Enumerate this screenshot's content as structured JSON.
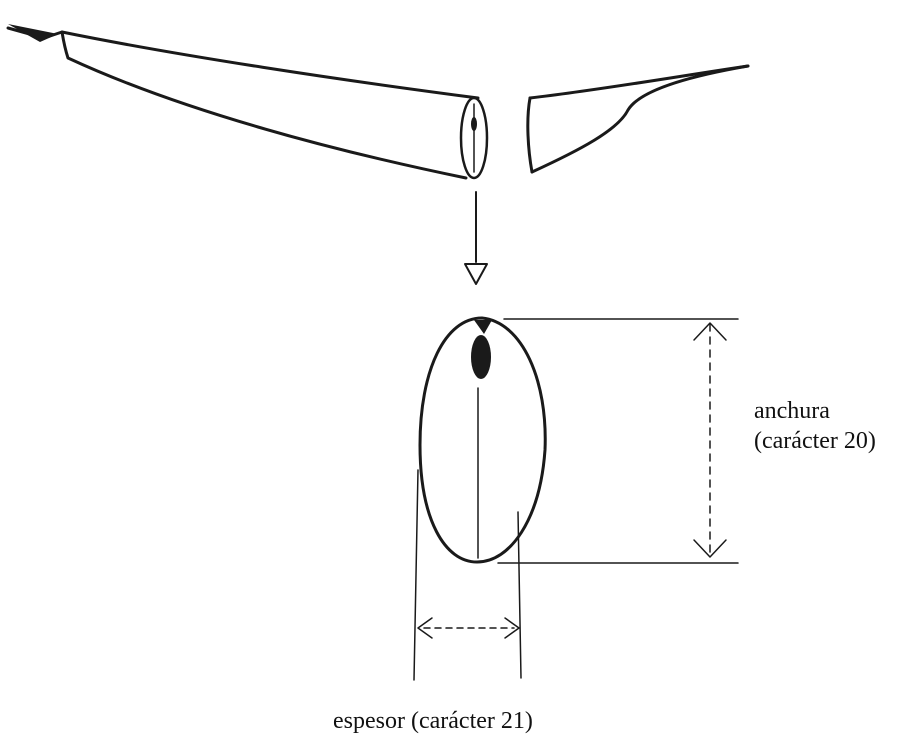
{
  "labels": {
    "width_line1": "anchura",
    "width_line2": "(carácter 20)",
    "thickness": "espesor (carácter 21)"
  },
  "colors": {
    "ink": "#1a1a1a",
    "background": "#ffffff"
  }
}
